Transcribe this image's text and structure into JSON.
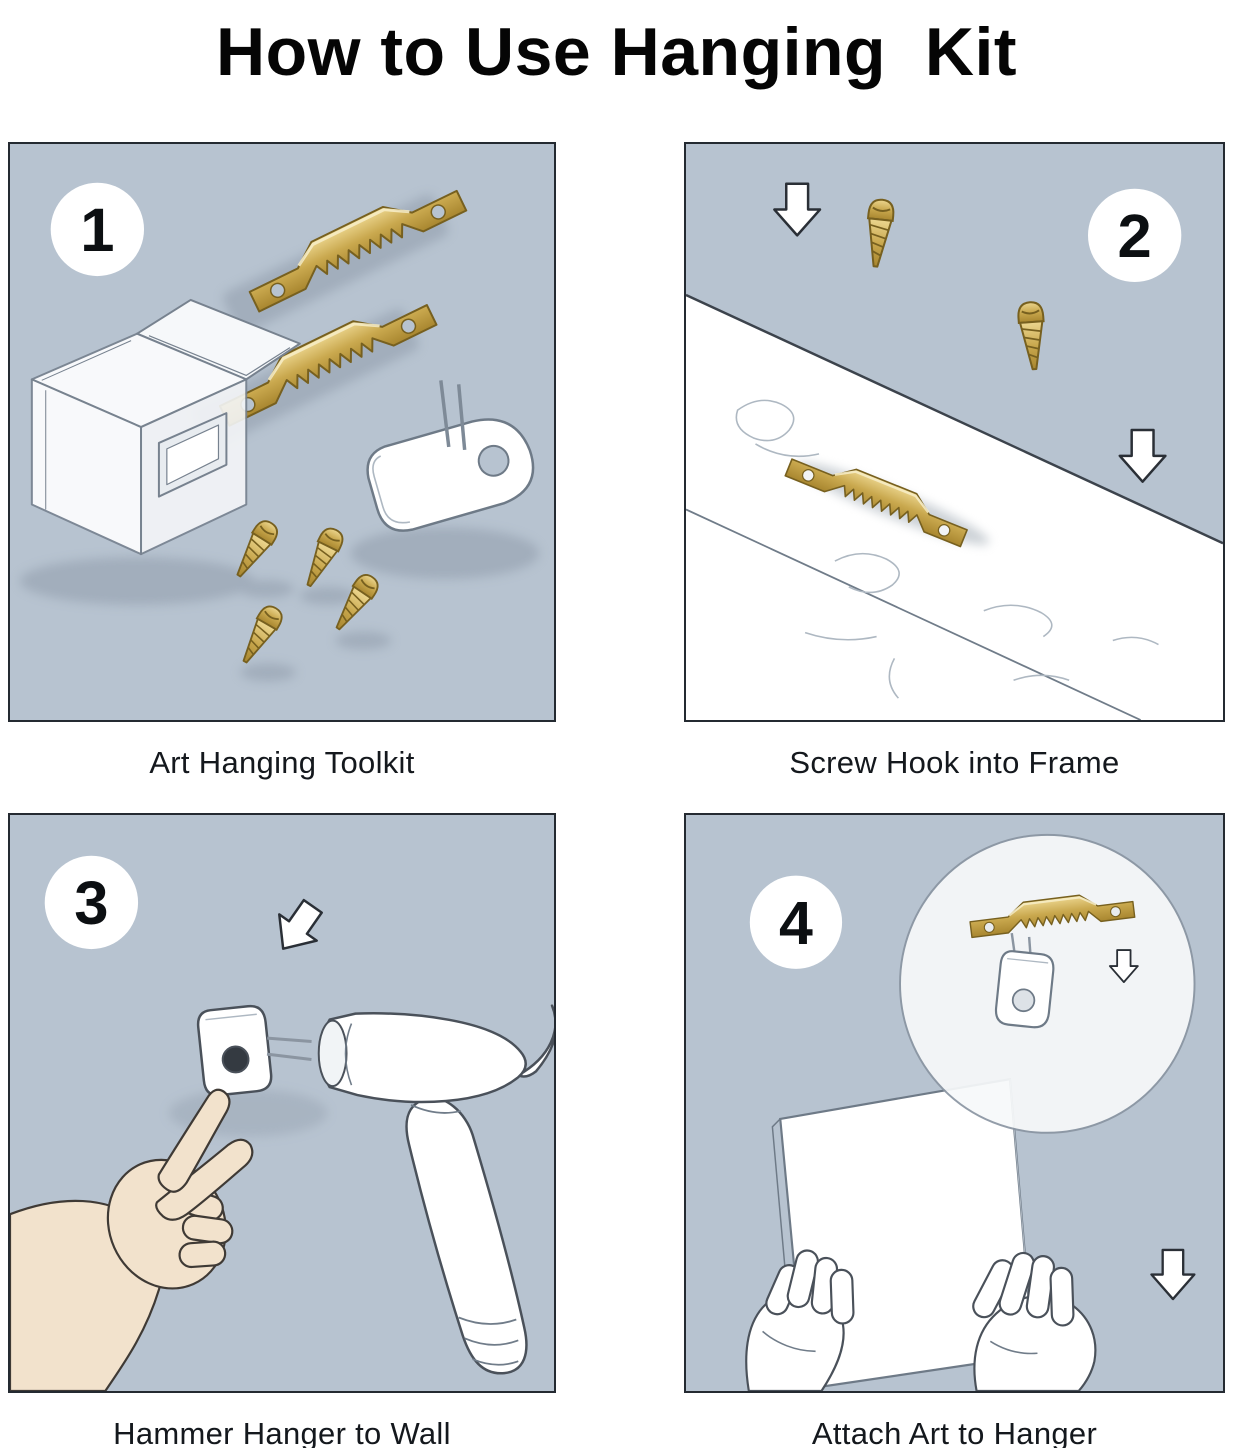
{
  "title": "How to Use Hanging  Kit",
  "steps": [
    {
      "number": "1",
      "caption": "Art Hanging Toolkit"
    },
    {
      "number": "2",
      "caption": "Screw Hook into Frame"
    },
    {
      "number": "3",
      "caption": "Hammer Hanger to Wall"
    },
    {
      "number": "4",
      "caption": "Attach Art to Hanger"
    }
  ],
  "colors": {
    "panel_background": "#b7c3d0",
    "brass": "#c9a84e",
    "brass_highlight": "#f6ecc4",
    "outline": "#2a2f36",
    "white": "#ffffff",
    "skin": "#f2e2cc"
  }
}
